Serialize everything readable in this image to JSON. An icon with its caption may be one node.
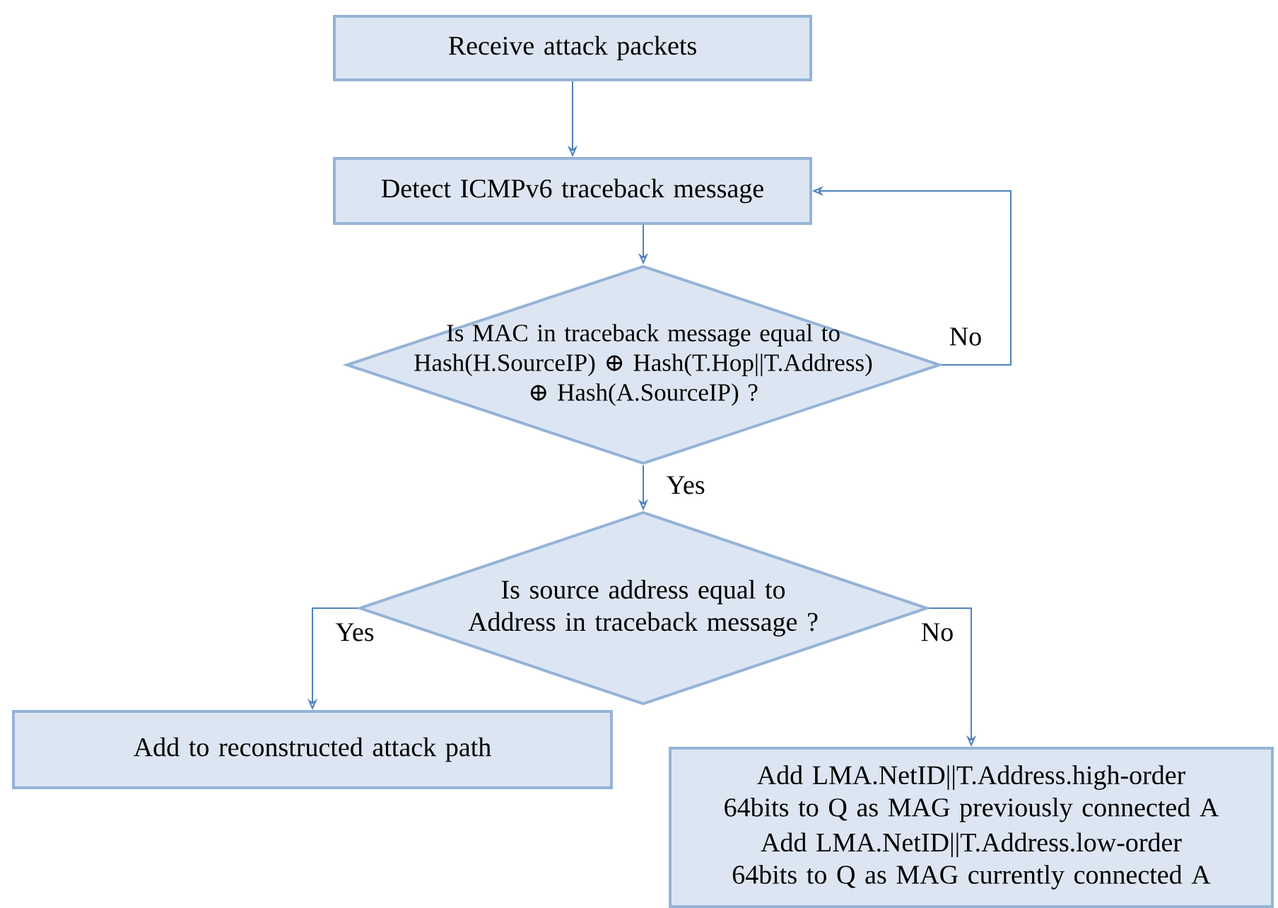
{
  "diagram": {
    "nodes": [
      {
        "text": [
          "Receive attack packets"
        ]
      },
      {
        "text": [
          "Detect ICMPv6 traceback message"
        ]
      },
      {
        "text": [
          "Is MAC in traceback message equal to Hash(H.SourceIP) ⊕ Hash(T.Hop||T.Address) ⊕ Hash(A.SourceIP) ?"
        ]
      },
      {
        "text": [
          "Is source address equal to Address in traceback message ?"
        ]
      },
      {
        "text": [
          "Add to reconstructed attack path"
        ]
      },
      {
        "text": [
          "Add LMA.NetID||T.Address.high-order 64bits to Q as MAG previously connected A",
          "Add LMA.NetID||T.Address.low-order 64bits to Q as MAG currently connected A"
        ]
      }
    ],
    "edges": [
      {
        "from": 0,
        "to": 1,
        "arrow": "to"
      },
      {
        "from": 1,
        "to": 2,
        "arrow": "to"
      },
      {
        "from": 2,
        "to": 1,
        "arrow": "to",
        "label": "No"
      },
      {
        "from": 2,
        "to": 3,
        "arrow": "to",
        "label": "Yes"
      },
      {
        "from": 3,
        "to": 4,
        "arrow": "to",
        "label": "Yes"
      },
      {
        "from": 3,
        "to": 5,
        "arrow": "to",
        "label": "No"
      }
    ]
  }
}
